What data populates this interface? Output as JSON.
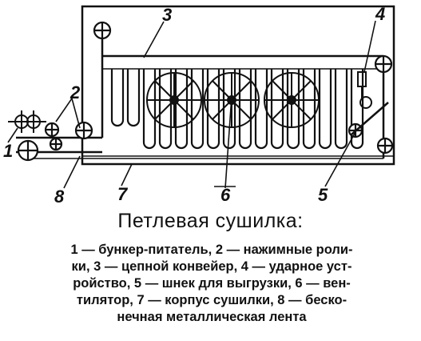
{
  "labels": {
    "l1": "1",
    "l2": "2",
    "l3": "3",
    "l4": "4",
    "l5": "5",
    "l6": "6",
    "l7": "7",
    "l8": "8"
  },
  "title": "Петлевая сушилка:",
  "caption_lines": [
    "1 — бункер-питатель, 2 — нажимные роли-",
    "ки, 3 — цепной конвейер, 4 — ударное уст-",
    "ройство, 5 — шнек для выгрузки, 6 — вен-",
    "тилятор, 7 — корпус сушилки, 8 — беско-",
    "нечная металлическая лента"
  ],
  "colors": {
    "ink": "#111111",
    "paper": "#ffffff"
  }
}
